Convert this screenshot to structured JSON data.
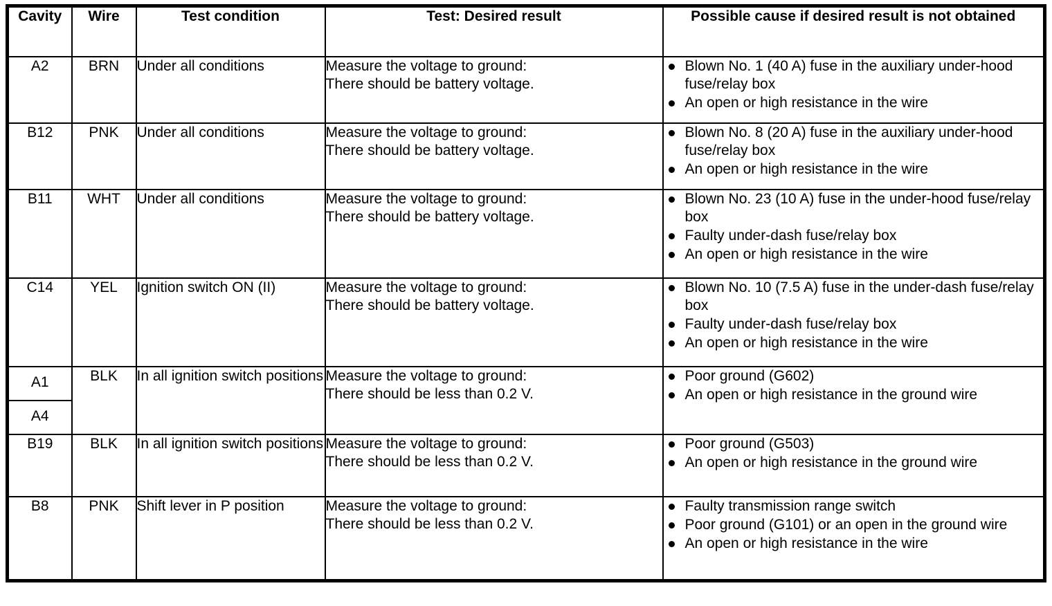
{
  "table": {
    "columns": [
      {
        "key": "cavity",
        "label": "Cavity"
      },
      {
        "key": "wire",
        "label": "Wire"
      },
      {
        "key": "condition",
        "label": "Test condition"
      },
      {
        "key": "test",
        "label": "Test: Desired result"
      },
      {
        "key": "cause",
        "label": "Possible cause if desired result is not obtained"
      }
    ],
    "rows": [
      {
        "cavity": "A2",
        "wire": "BRN",
        "condition": "Under all conditions",
        "test_line1": "Measure the voltage to ground:",
        "test_line2": "There should be battery voltage.",
        "causes": [
          "Blown No. 1 (40 A) fuse in the auxiliary under-hood fuse/relay box",
          "An open or high resistance in the wire"
        ]
      },
      {
        "cavity": "B12",
        "wire": "PNK",
        "condition": "Under all conditions",
        "test_line1": "Measure the voltage to ground:",
        "test_line2": "There should be battery voltage.",
        "causes": [
          "Blown No. 8 (20 A) fuse in the auxiliary under-hood fuse/relay box",
          "An open or high resistance in the wire"
        ]
      },
      {
        "cavity": "B11",
        "wire": "WHT",
        "condition": "Under all conditions",
        "test_line1": "Measure the voltage to ground:",
        "test_line2": "There should be battery voltage.",
        "causes": [
          "Blown No. 23 (10 A) fuse in the under-hood fuse/relay box",
          "Faulty under-dash fuse/relay box",
          "An open or high resistance in the wire"
        ]
      },
      {
        "cavity": "C14",
        "wire": "YEL",
        "condition": "Ignition switch ON (II)",
        "test_line1": "Measure the voltage to ground:",
        "test_line2": "There should be battery voltage.",
        "causes": [
          "Blown No. 10 (7.5 A) fuse in the under-dash fuse/relay box",
          "Faulty under-dash fuse/relay box",
          "An open or high resistance in the wire"
        ]
      },
      {
        "cavity_top": "A1",
        "cavity_bottom": "A4",
        "wire": "BLK",
        "condition": "In all ignition switch positions",
        "test_line1": "Measure the voltage to ground:",
        "test_line2": "There should be less than 0.2 V.",
        "causes": [
          "Poor ground (G602)",
          "An open or high resistance in the ground wire"
        ]
      },
      {
        "cavity": "B19",
        "wire": "BLK",
        "condition": "In all ignition switch positions",
        "test_line1": "Measure the voltage to ground:",
        "test_line2": "There should be less than 0.2 V.",
        "causes": [
          "Poor ground (G503)",
          "An open or high resistance in the ground wire"
        ]
      },
      {
        "cavity": "B8",
        "wire": "PNK",
        "condition": "Shift lever in P position",
        "test_line1": "Measure the voltage to ground:",
        "test_line2": "There should be less than 0.2 V.",
        "causes": [
          "Faulty transmission range switch",
          "Poor ground (G101) or an open in the ground wire",
          "An open or high resistance in the wire"
        ]
      }
    ]
  },
  "colors": {
    "border": "#000000",
    "text": "#000000",
    "background": "#ffffff"
  }
}
